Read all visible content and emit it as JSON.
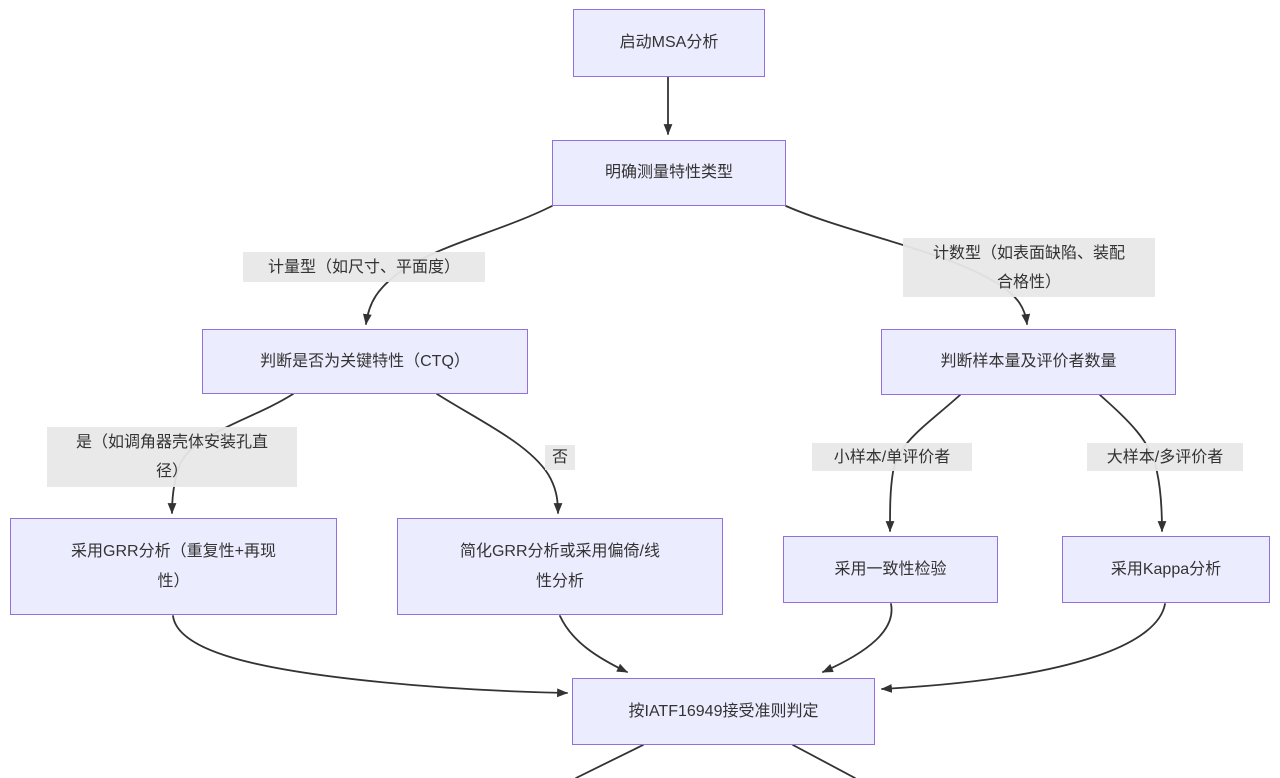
{
  "diagram": {
    "type": "flowchart",
    "nodes": [
      {
        "id": "start",
        "label": "启动MSA分析"
      },
      {
        "id": "type",
        "label": "明确测量特性类型"
      },
      {
        "id": "ctq",
        "label": "判断是否为关键特性（CTQ）"
      },
      {
        "id": "sample",
        "label": "判断样本量及评价者数量"
      },
      {
        "id": "grr",
        "label": "采用GRR分析（重复性+再现\n性）"
      },
      {
        "id": "simplified",
        "label": "简化GRR分析或采用偏倚/线\n性分析"
      },
      {
        "id": "consistency",
        "label": "采用一致性检验"
      },
      {
        "id": "kappa",
        "label": "采用Kappa分析"
      },
      {
        "id": "iatf",
        "label": "按IATF16949接受准则判定"
      }
    ],
    "edge_labels": [
      {
        "id": "variable",
        "label": "计量型（如尺寸、平面度）"
      },
      {
        "id": "attribute",
        "label": "计数型（如表面缺陷、装配\n合格性）"
      },
      {
        "id": "yes",
        "label": "是（如调角器壳体安装孔直\n径）"
      },
      {
        "id": "no",
        "label": "否"
      },
      {
        "id": "small",
        "label": "小样本/单评价者"
      },
      {
        "id": "large",
        "label": "大样本/多评价者"
      }
    ],
    "colors": {
      "node_fill": "#ECECFF",
      "node_border": "#9370DB",
      "edge_label_bg": "#E8E8E8",
      "edge_stroke": "#333333",
      "text": "#333333",
      "background": "#FFFFFF"
    }
  }
}
